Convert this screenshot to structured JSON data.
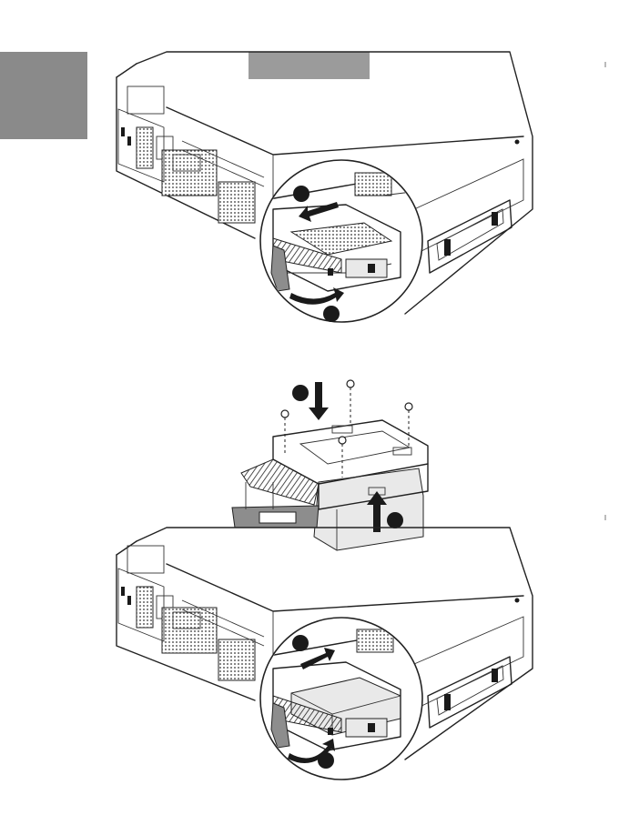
{
  "page": {
    "background": "#ffffff",
    "side_tab_color": "#8a8a8a",
    "header_bar_color": "#9b9b9b"
  },
  "figures": [
    {
      "name": "remove-tray",
      "icons": [
        "push-arrow-icon",
        "curved-arrow-icon"
      ]
    },
    {
      "name": "install-drive",
      "icons": [
        "down-arrow-icon",
        "up-arrow-icon",
        "screw-icon"
      ]
    },
    {
      "name": "insert-tray",
      "icons": [
        "push-arrow-icon",
        "curved-arrow-icon"
      ]
    }
  ]
}
